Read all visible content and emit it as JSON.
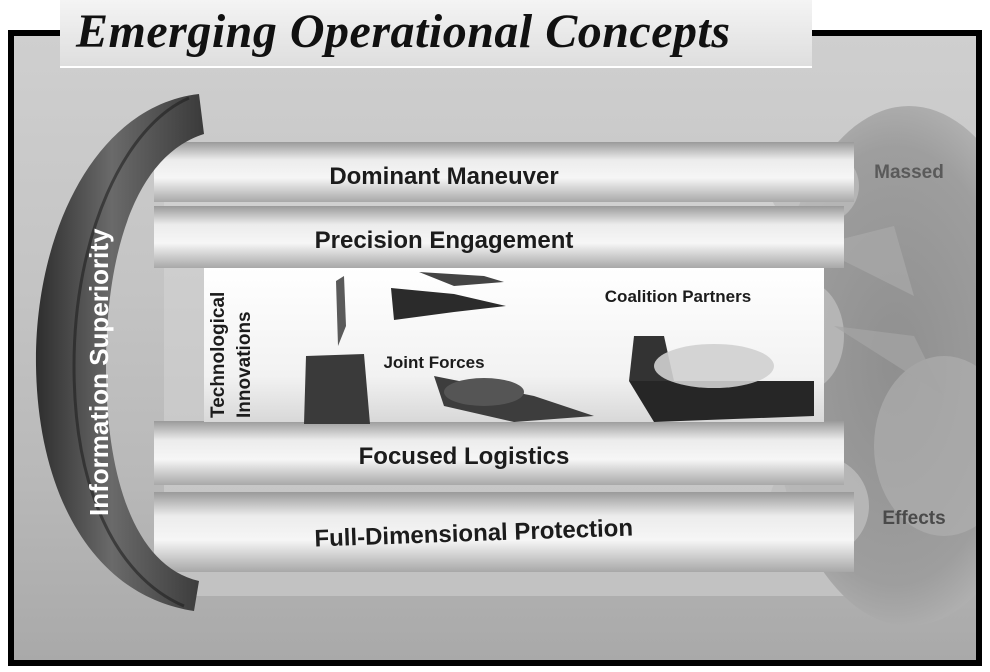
{
  "title": "Emerging Operational Concepts",
  "ring_label": "Information Superiority",
  "inner_label_line1": "Technological",
  "inner_label_line2": "Innovations",
  "bands": {
    "dominant_maneuver": "Dominant Maneuver",
    "precision_engagement": "Precision Engagement",
    "focused_logistics": "Focused Logistics",
    "full_dimensional_protection": "Full-Dimensional Protection"
  },
  "photo_labels": {
    "coalition_partners": "Coalition Partners",
    "joint_forces": "Joint Forces"
  },
  "cloud_labels": {
    "top": "Massed",
    "bottom": "Effects"
  }
}
